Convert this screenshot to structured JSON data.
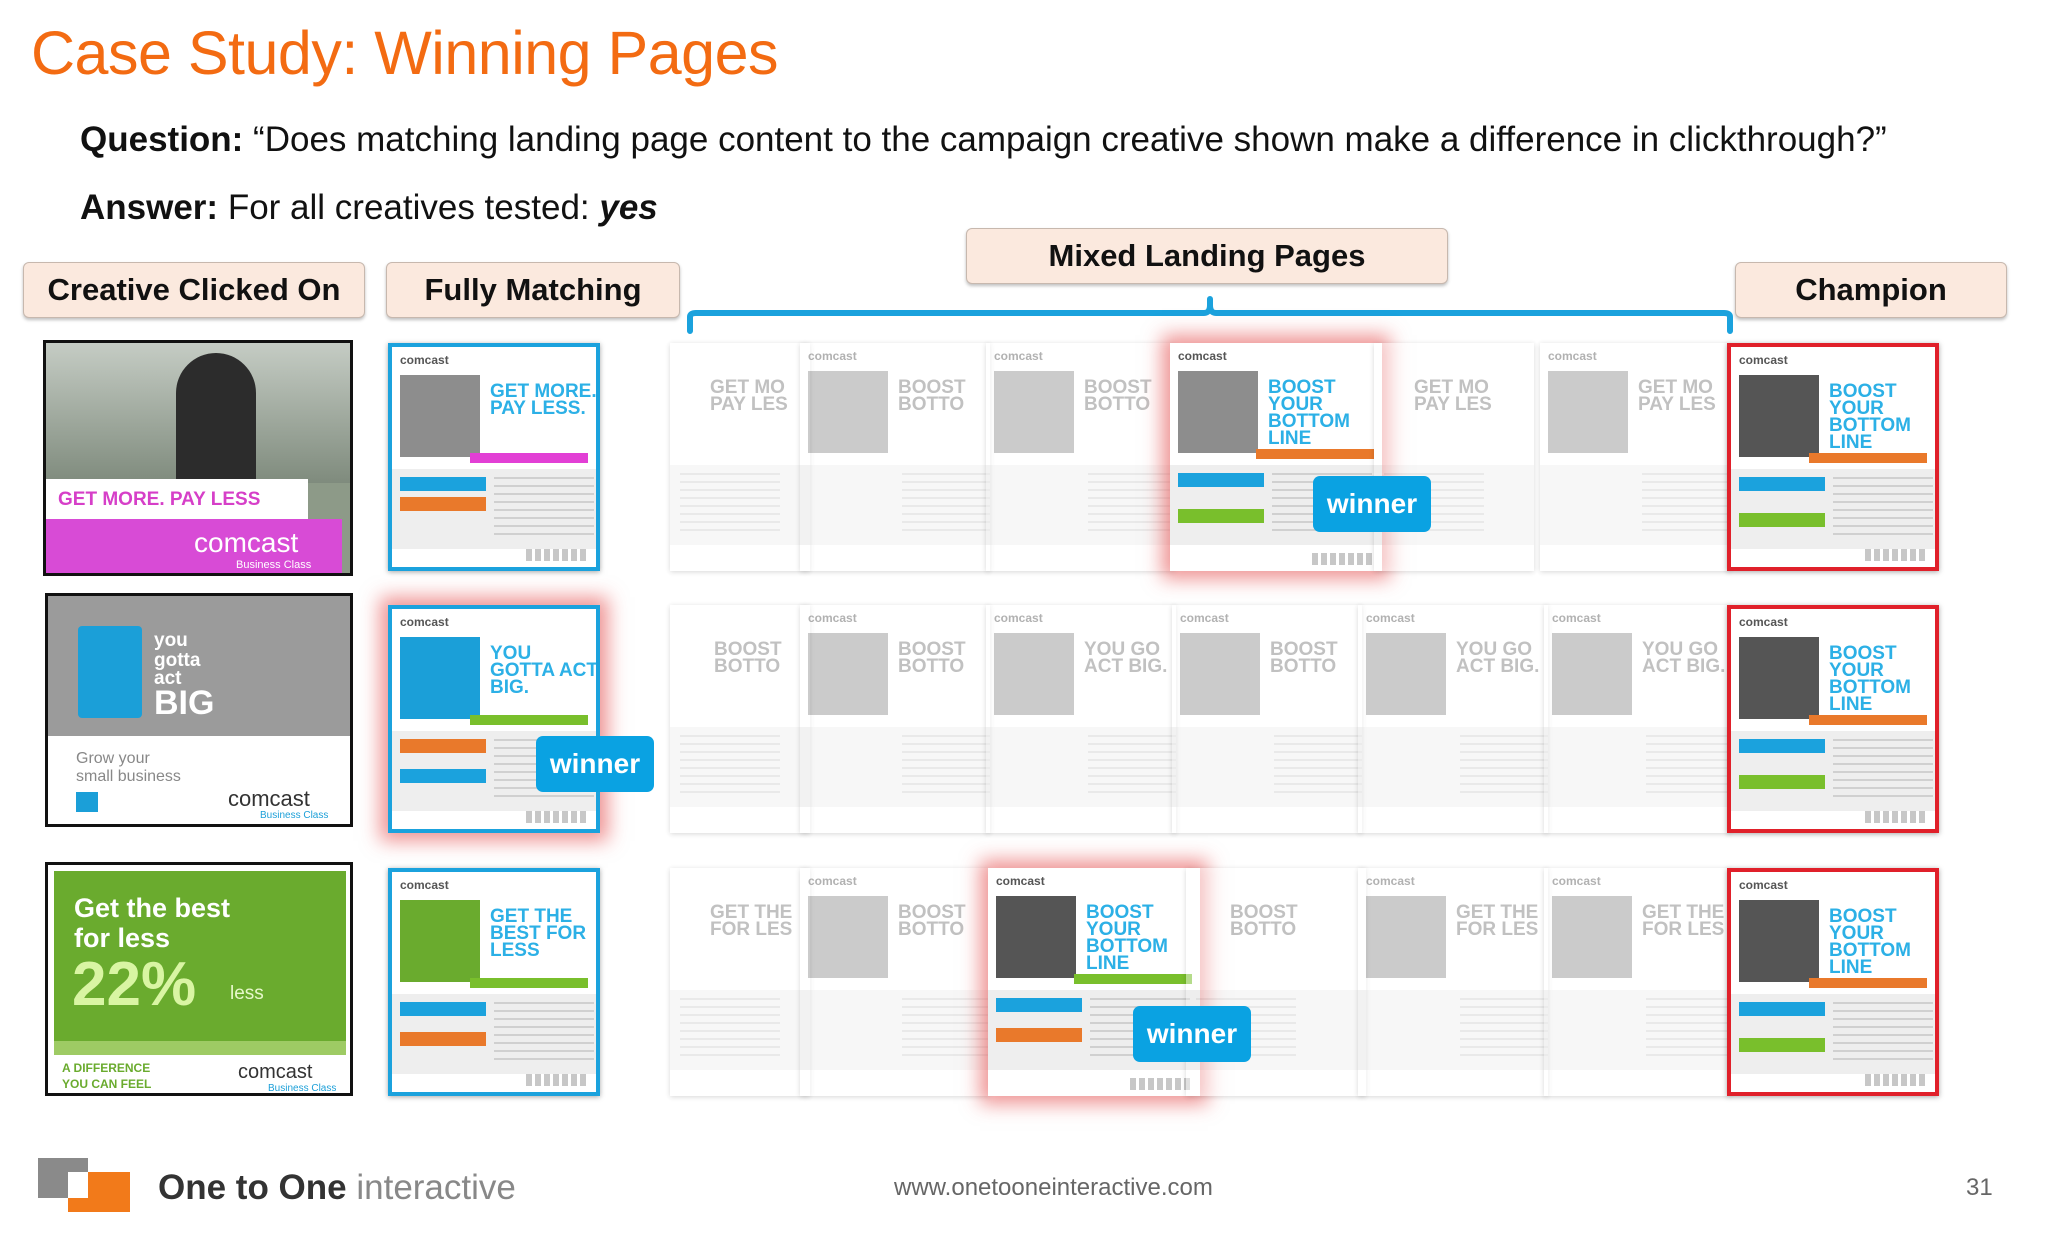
{
  "slide": {
    "title": "Case Study: Winning Pages",
    "question_label": "Question:",
    "question_text": " “Does matching landing page content to the campaign creative shown make a difference in clickthrough?”",
    "answer_label": "Answer:",
    "answer_text": " For all creatives tested: ",
    "answer_emphasis": "yes"
  },
  "columns": {
    "creative": "Creative Clicked On",
    "matching": "Fully Matching",
    "mixed": "Mixed Landing Pages",
    "champion": "Champion"
  },
  "ads": {
    "ad1": {
      "text": "GET MORE. PAY LESS",
      "brand": "comcast",
      "sub": "Business Class"
    },
    "ad2": {
      "line1": "you",
      "line2": "gotta",
      "line3": "act",
      "line4": "BIG",
      "tag1": "Grow your",
      "tag2": "small business",
      "brand": "comcast",
      "sub": "Business Class"
    },
    "ad3": {
      "line1": "Get the best",
      "line2": "for less",
      "big": "22%",
      "less": "less",
      "tag1": "A DIFFERENCE",
      "tag2": "YOU CAN FEEL",
      "brand": "comcast",
      "sub": "Business Class"
    }
  },
  "headlines": {
    "getmore": "GET MORE. PAY LESS.",
    "getmore_cut": "GET MO PAY LES",
    "boost": "BOOST YOUR BOTTOM LINE",
    "boost_cut": "BOOST BOTTO",
    "gotta": "YOU GOTTA ACT BIG.",
    "gotta_cut": "YOU GO ACT BIG.",
    "best": "GET THE BEST FOR LESS",
    "best_cut": "GET THE FOR LES"
  },
  "thumb_brand": "comcast",
  "winner_label": "winner",
  "colors": {
    "title": "#f36b12",
    "blue": "#1ba2dd",
    "red": "#e0202a",
    "winner": "#0aa2e2"
  },
  "footer": {
    "logo_bold": "One to One",
    "logo_light": " interactive",
    "url": "www.onetooneinteractive.com",
    "page": "31"
  }
}
